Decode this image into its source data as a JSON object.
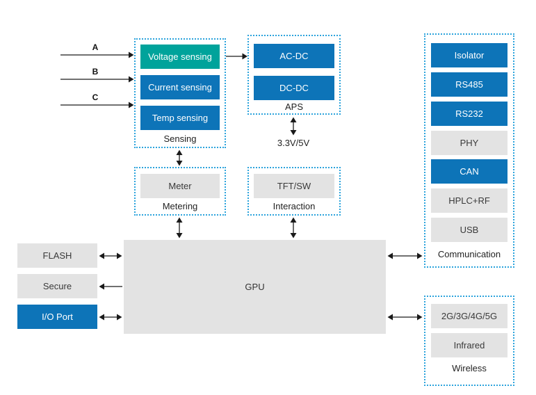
{
  "colors": {
    "blue": "#0d74b8",
    "teal": "#00a39b",
    "gray": "#e3e3e3",
    "dotted": "#2ba3dc"
  },
  "inputs": {
    "a": "A",
    "b": "B",
    "c": "C"
  },
  "sensing": {
    "label": "Sensing",
    "blocks": [
      {
        "label": "Voltage sensing"
      },
      {
        "label": "Current sensing"
      },
      {
        "label": "Temp sensing"
      }
    ]
  },
  "aps": {
    "label": "APS",
    "blocks": [
      {
        "label": "AC-DC"
      },
      {
        "label": "DC-DC"
      }
    ],
    "voltage_label": "3.3V/5V"
  },
  "metering": {
    "label": "Metering",
    "blocks": [
      {
        "label": "Meter"
      }
    ]
  },
  "interaction": {
    "label": "Interaction",
    "blocks": [
      {
        "label": "TFT/SW"
      }
    ]
  },
  "cpu": {
    "label": "GPU"
  },
  "storage": {
    "blocks": [
      {
        "label": "FLASH"
      },
      {
        "label": "Secure"
      },
      {
        "label": "I/O Port"
      }
    ]
  },
  "communication": {
    "label": "Communication",
    "blocks": [
      {
        "label": "Isolator"
      },
      {
        "label": "RS485"
      },
      {
        "label": "RS232"
      },
      {
        "label": "PHY"
      },
      {
        "label": "CAN"
      },
      {
        "label": "HPLC+RF"
      },
      {
        "label": "USB"
      }
    ]
  },
  "wireless": {
    "label": "Wireless",
    "blocks": [
      {
        "label": "2G/3G/4G/5G"
      },
      {
        "label": "Infrared"
      }
    ]
  }
}
